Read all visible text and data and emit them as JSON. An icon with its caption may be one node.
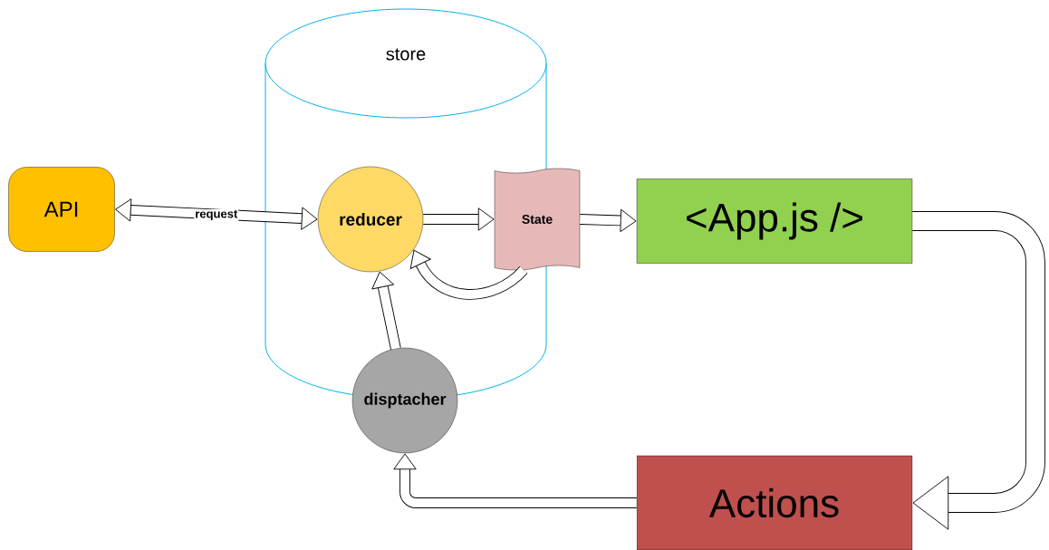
{
  "diagram": {
    "nodes": [
      {
        "text": [
          "store"
        ]
      },
      {
        "text": [
          "API"
        ]
      },
      {
        "text": [
          "reducer"
        ],
        "in": 0
      },
      {
        "text": [
          "State"
        ]
      },
      {
        "text": [
          "<App.js />"
        ]
      },
      {
        "text": [
          "Actions"
        ]
      },
      {
        "text": [
          "disptacher"
        ]
      }
    ],
    "edges": [
      {
        "from": 1,
        "to": 2,
        "arrow": "both",
        "label": "request"
      },
      {
        "from": 2,
        "to": 3,
        "arrow": "to"
      },
      {
        "from": 3,
        "to": 4,
        "arrow": "to"
      },
      {
        "from": 3,
        "to": 2,
        "arrow": "to"
      },
      {
        "from": 6,
        "to": 2,
        "arrow": "to"
      },
      {
        "from": 4,
        "to": 5,
        "arrow": "to",
        "style": "thick"
      },
      {
        "from": 5,
        "to": 6,
        "arrow": "to"
      }
    ]
  }
}
